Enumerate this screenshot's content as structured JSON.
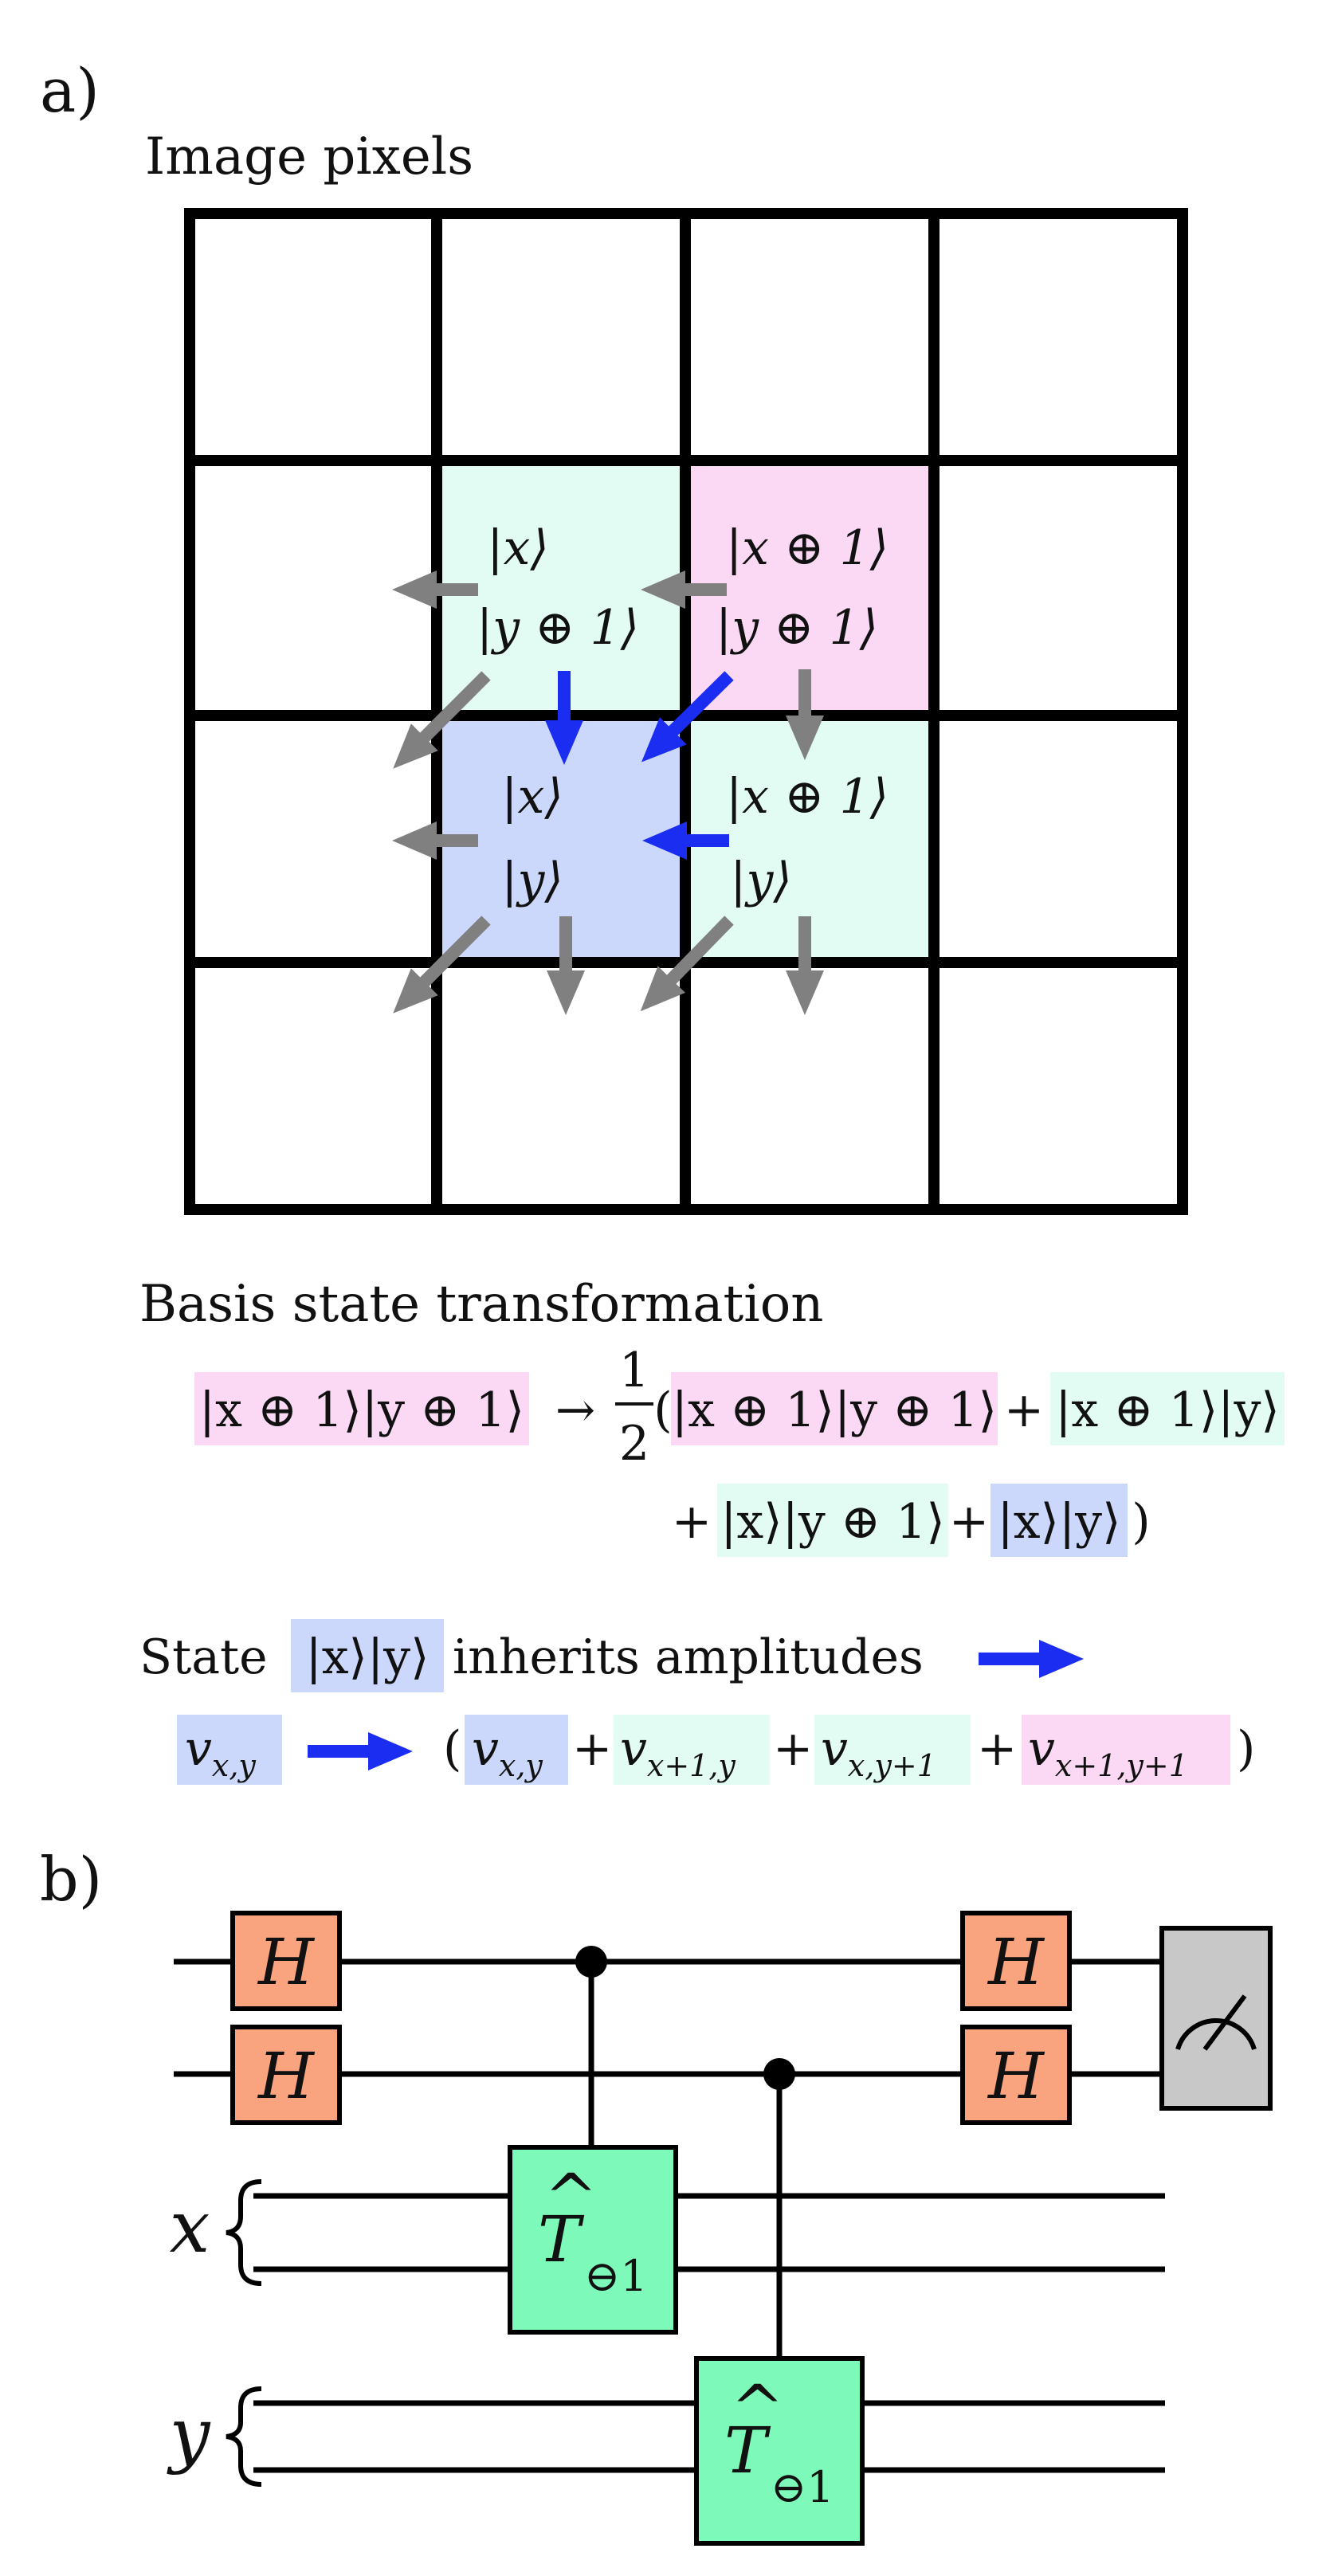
{
  "panel_a": {
    "label": "a)",
    "grid_title": "Image pixels",
    "grid": {
      "rows": 4,
      "cols": 4
    },
    "cells": [
      {
        "row": 1,
        "col": 1,
        "color": "#e3fcf3",
        "lines": [
          "|x⟩",
          "|y ⊕ 1⟩"
        ]
      },
      {
        "row": 1,
        "col": 2,
        "color": "#fbd9f5",
        "lines": [
          "|x ⊕ 1⟩",
          "|y ⊕ 1⟩"
        ]
      },
      {
        "row": 2,
        "col": 1,
        "color": "#cbd8fb",
        "lines": [
          "|x⟩",
          "|y⟩"
        ]
      },
      {
        "row": 2,
        "col": 2,
        "color": "#e3fcf3",
        "lines": [
          "|x ⊕ 1⟩",
          "|y⟩"
        ]
      }
    ],
    "arrow_colors": {
      "gray": "#808080",
      "blue": "#1a2df0"
    },
    "section_title": "Basis state transformation",
    "equation": {
      "lhs": "|x ⊕ 1⟩|y ⊕ 1⟩",
      "arrow": "→",
      "half_num": "1",
      "half_den": "2",
      "open_paren": "(",
      "term1": "|x ⊕ 1⟩|y ⊕ 1⟩",
      "plus": "+",
      "term2": "|x ⊕ 1⟩|y⟩",
      "term3": "|x⟩|y ⊕ 1⟩",
      "term4": "|x⟩|y⟩",
      "close_paren": ")"
    },
    "inherit": {
      "prefix": "State",
      "state": "|x⟩|y⟩",
      "suffix": "inherits amplitudes",
      "lhs_base": "v",
      "lhs_sub": "x,y",
      "rhs": [
        {
          "base": "v",
          "sub": "x,y"
        },
        {
          "base": "v",
          "sub": "x+1,y"
        },
        {
          "base": "v",
          "sub": "x,y+1"
        },
        {
          "base": "v",
          "sub": "x+1,y+1"
        }
      ]
    }
  },
  "panel_b": {
    "label": "b)",
    "hadamard": "H",
    "shift_gate": "T",
    "shift_hat": "^",
    "shift_sub": "⊖1",
    "register_x": "x",
    "register_y": "y",
    "colors": {
      "hadamard": "#f9a47f",
      "shift": "#7dfab9",
      "measure": "#c8c8c8"
    }
  }
}
